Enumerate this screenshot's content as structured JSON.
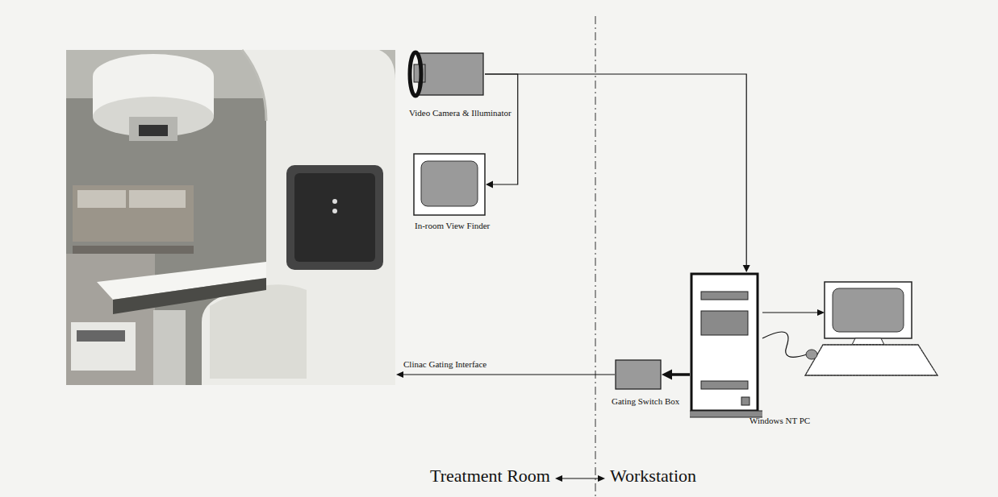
{
  "diagram": {
    "nodes": [
      {
        "text": [
          "Video Camera & Illuminator"
        ]
      },
      {
        "text": [
          "In-room View Finder"
        ]
      },
      {
        "text": [
          "Windows NT PC"
        ]
      },
      {
        "text": [
          "Gating Switch Box"
        ]
      }
    ],
    "edges": [
      {
        "from": 0,
        "to": 1,
        "arrow": "to"
      },
      {
        "from": 0,
        "to": 2,
        "arrow": "to"
      },
      {
        "from": 2,
        "to": 3,
        "arrow": "to"
      }
    ],
    "labels": [
      "Clinac Gating Interface",
      "Treatment Room",
      "Workstation"
    ]
  }
}
